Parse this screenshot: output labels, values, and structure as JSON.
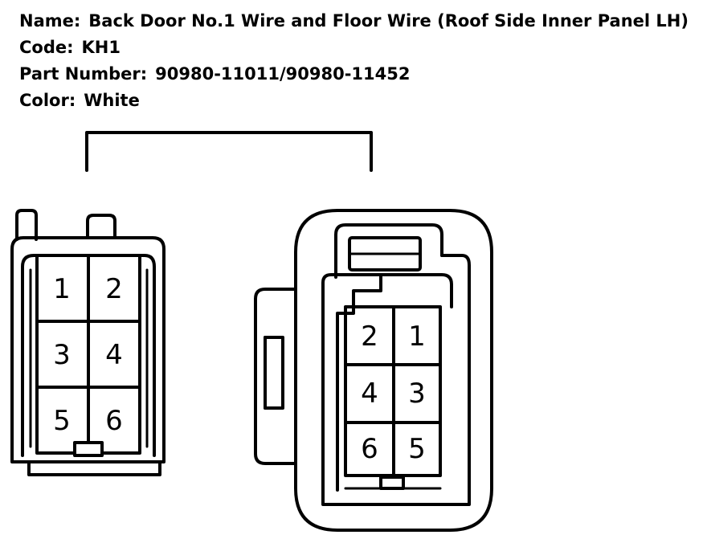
{
  "connector": {
    "name_label": "Name:",
    "name_value": "Back Door No.1 Wire and Floor Wire (Roof Side Inner Panel LH)",
    "code_label": "Code:",
    "code_value": "KH1",
    "part_label": "Part Number:",
    "part_value": "90980-11011/90980-11452",
    "color_label": "Color:",
    "color_value": "White"
  },
  "left_connector": {
    "pins": [
      "1",
      "2",
      "3",
      "4",
      "5",
      "6"
    ]
  },
  "right_connector": {
    "pins": [
      "2",
      "1",
      "4",
      "3",
      "6",
      "5"
    ]
  }
}
